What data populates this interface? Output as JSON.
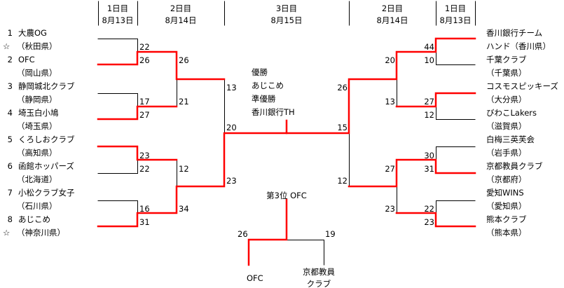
{
  "header": [
    {
      "day": "1日目",
      "date": "8月13日"
    },
    {
      "day": "2日目",
      "date": "8月14日"
    },
    {
      "day": "3日目",
      "date": "8月15日"
    },
    {
      "day": "2日目",
      "date": "8月14日"
    },
    {
      "day": "1日目",
      "date": "8月13日"
    }
  ],
  "left_teams": [
    {
      "num": "1",
      "name": "大農OG",
      "pref": "（秋田県）",
      "star": "☆"
    },
    {
      "num": "2",
      "name": "OFC",
      "pref": "（岡山県）",
      "star": ""
    },
    {
      "num": "3",
      "name": "静岡城北クラブ",
      "pref": "（静岡県）",
      "star": ""
    },
    {
      "num": "4",
      "name": "埼玉白小鳩",
      "pref": "（埼玉県）",
      "star": ""
    },
    {
      "num": "5",
      "name": "くろしおクラブ",
      "pref": "（高知県）",
      "star": ""
    },
    {
      "num": "6",
      "name": "函館ホッパーズ",
      "pref": "（北海道）",
      "star": ""
    },
    {
      "num": "7",
      "name": "小松クラブ女子",
      "pref": "（石川県）",
      "star": ""
    },
    {
      "num": "8",
      "name": "あじこめ",
      "pref": "（神奈川県）",
      "star": "☆"
    }
  ],
  "right_teams": [
    {
      "line1": "香川銀行チーム",
      "line2": "ハンド（香川県）"
    },
    {
      "line1": "千葉クラブ",
      "line2": "（千葉県）"
    },
    {
      "line1": "コスモスピッキーズ",
      "line2": "（大分県）"
    },
    {
      "line1": "びわこLakers",
      "line2": "（滋賀県）"
    },
    {
      "line1": "白梅三英芙会",
      "line2": "（岩手県）"
    },
    {
      "line1": "京都教員クラブ",
      "line2": "（京都府）"
    },
    {
      "line1": "愛知WINS",
      "line2": "（愛知県）"
    },
    {
      "line1": "熊本クラブ",
      "line2": "（熊本県）"
    }
  ],
  "scores": {
    "left_r1": [
      "22",
      "26",
      "17",
      "27",
      "23",
      "22",
      "16",
      "31"
    ],
    "left_r2": [
      "26",
      "21",
      "12",
      "34"
    ],
    "left_sf": [
      "13",
      "20",
      "23"
    ],
    "right_sf": [
      "26",
      "15",
      "12"
    ],
    "right_r2": [
      "20",
      "13",
      "27",
      "23"
    ],
    "right_r1": [
      "44",
      "10",
      "27",
      "12",
      "30",
      "31",
      "22",
      "23"
    ]
  },
  "result": {
    "champion_label": "優勝",
    "champion": "あじこめ",
    "runner_up_label": "準優勝",
    "runner_up": "香川銀行TH"
  },
  "third_place": {
    "title": "第3位 OFC",
    "left_score": "26",
    "right_score": "19",
    "left_team": "OFC",
    "right_team_line1": "京都教員",
    "right_team_line2": "クラブ"
  },
  "colors": {
    "winner_line": "#ff0000",
    "line": "#000000"
  }
}
